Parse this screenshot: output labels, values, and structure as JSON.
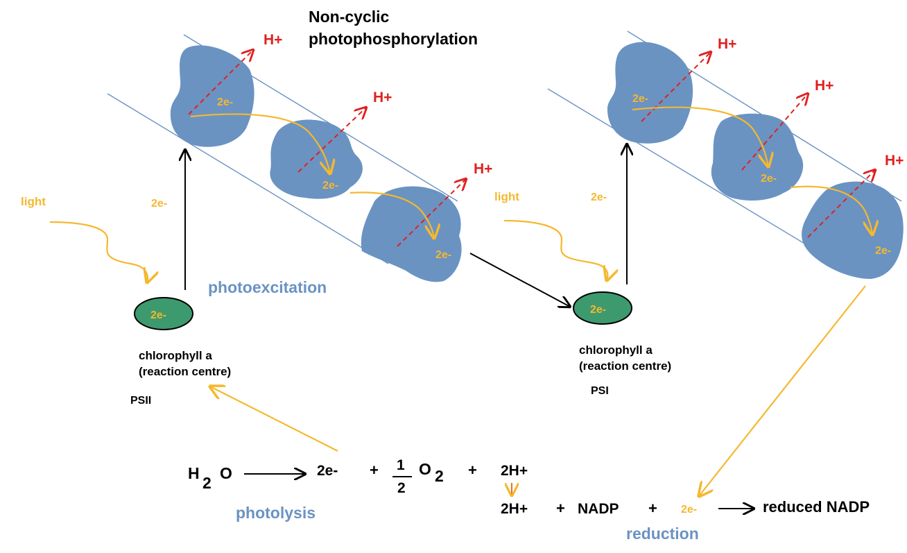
{
  "title_line1": "Non-cyclic",
  "title_line2": "photophosphorylation",
  "proton": "H+",
  "electron": "2e-",
  "light": "light",
  "photoexcitation": "photoexcitation",
  "chlorophyll_label_1": "chlorophyll a",
  "chlorophyll_label_2": "(reaction centre)",
  "psii": "PSII",
  "psi": "PSI",
  "photolysis": {
    "water_H": "H",
    "water_sub": "2",
    "water_O": "O",
    "plus": "+",
    "half_num": "1",
    "half_den": "2",
    "oxygen_O": "O",
    "oxygen_sub": "2",
    "protons": "2H+",
    "label": "photolysis"
  },
  "reduction": {
    "protons": "2H+",
    "plus": "+",
    "nadp": "NADP",
    "product": "reduced NADP",
    "label": "reduction"
  },
  "colors": {
    "protein": "#6a93c2",
    "membrane": "#6a93c2",
    "electron": "#f5b82e",
    "proton": "#e02020",
    "chlorophyll": "#3d9a6e",
    "label_blue": "#6a93c2",
    "text": "#000000"
  }
}
